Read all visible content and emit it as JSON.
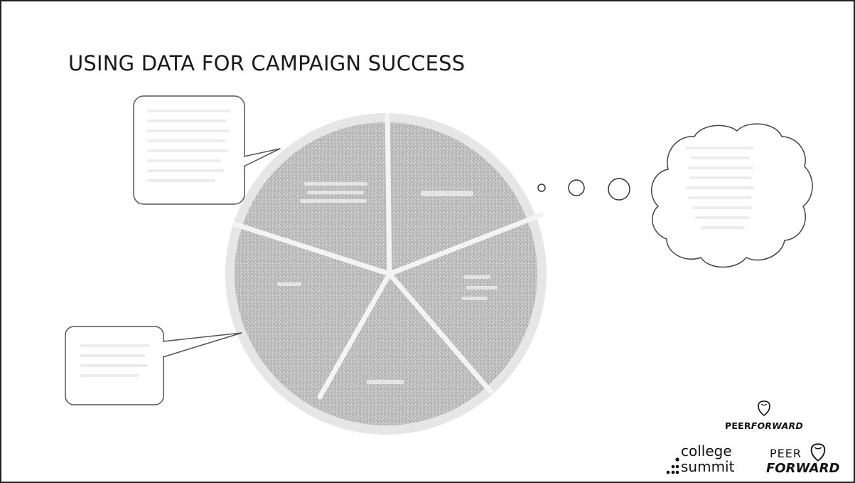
{
  "slide": {
    "title": "USING DATA FOR CAMPAIGN SUCCESS"
  },
  "diagram": {
    "segment_count": 5,
    "thought_bubble_dots": 3,
    "colors": {
      "border": "#222222",
      "pie_fill": "#bdbdbd",
      "pie_ring": "#d9d9d9",
      "callout_stroke": "#555555",
      "text": "#1a1a1a"
    }
  },
  "logos": {
    "top": {
      "prefix": "PEER",
      "suffix": "FORWARD",
      "icon": "shield-icon"
    },
    "college_summit": {
      "line1": "college",
      "line2": "summit"
    },
    "peer_forward": {
      "line1": "PEER",
      "line2": "FORWARD",
      "icon": "shield-icon"
    }
  }
}
